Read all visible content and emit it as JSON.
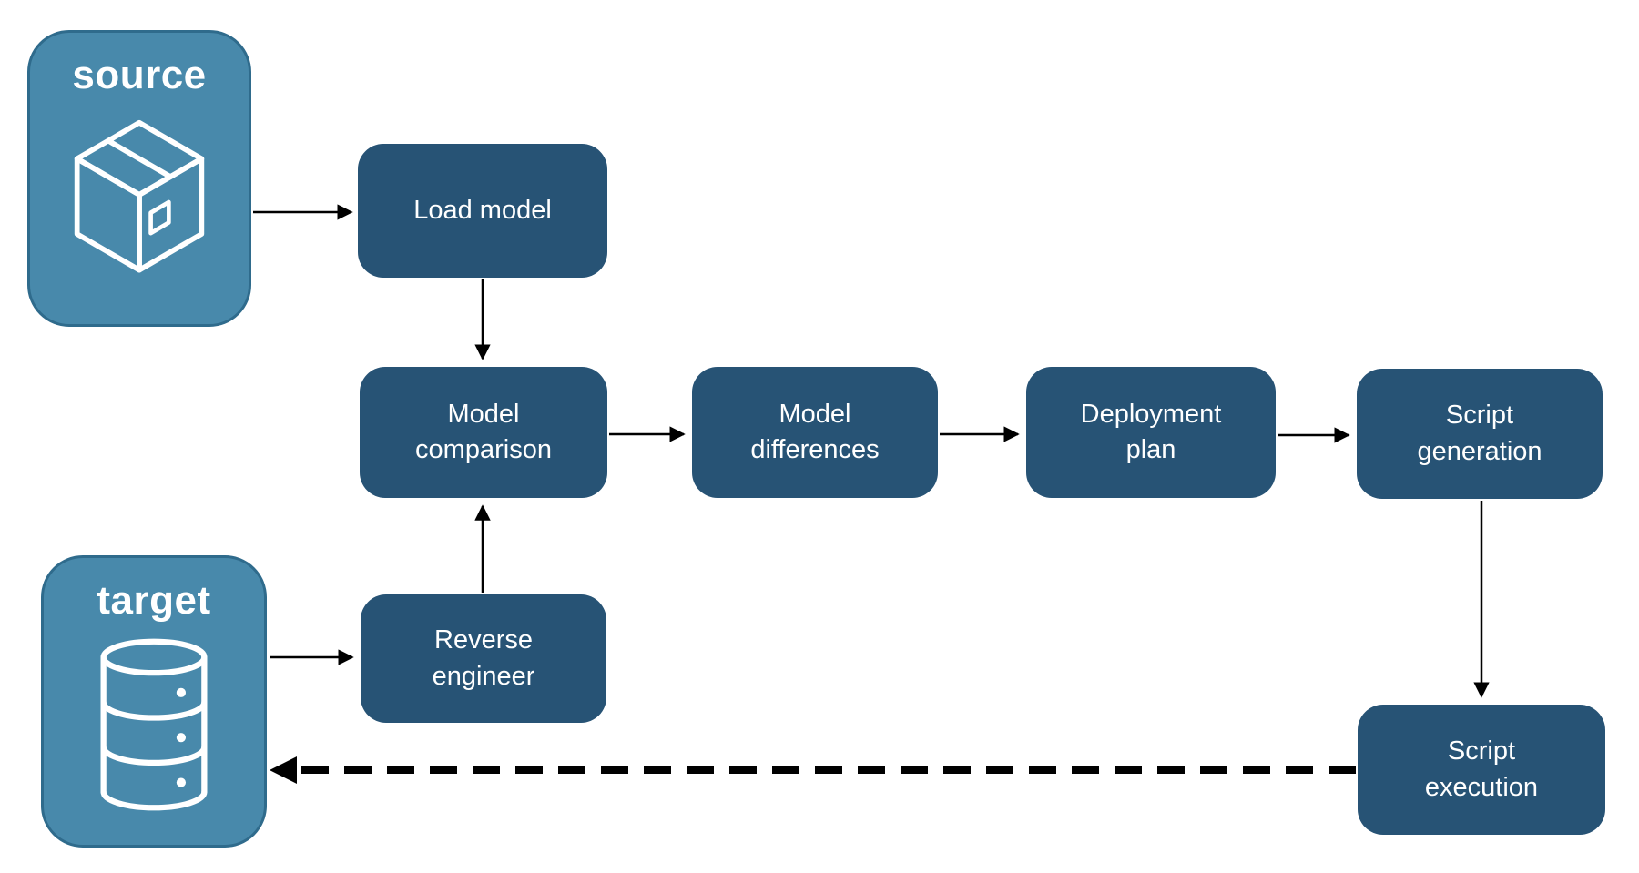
{
  "palette": {
    "node_fill": "#275375",
    "endpoint_fill": "#4889ab",
    "endpoint_border": "#2f6b8c",
    "text": "#ffffff",
    "arrow": "#000000"
  },
  "endpoints": {
    "source": {
      "label": "source",
      "icon": "package-icon"
    },
    "target": {
      "label": "target",
      "icon": "database-icon"
    }
  },
  "nodes": [
    {
      "id": "load-model",
      "label": "Load model"
    },
    {
      "id": "model-comparison",
      "label": "Model comparison"
    },
    {
      "id": "model-differences",
      "label": "Model differences"
    },
    {
      "id": "deployment-plan",
      "label": "Deployment plan"
    },
    {
      "id": "script-generation",
      "label": "Script generation"
    },
    {
      "id": "reverse-engineer",
      "label": "Reverse engineer"
    },
    {
      "id": "script-execution",
      "label": "Script execution"
    }
  ],
  "edges": [
    {
      "from": "source",
      "to": "load-model",
      "style": "solid"
    },
    {
      "from": "load-model",
      "to": "model-comparison",
      "style": "solid"
    },
    {
      "from": "model-comparison",
      "to": "model-differences",
      "style": "solid"
    },
    {
      "from": "model-differences",
      "to": "deployment-plan",
      "style": "solid"
    },
    {
      "from": "deployment-plan",
      "to": "script-generation",
      "style": "solid"
    },
    {
      "from": "script-generation",
      "to": "script-execution",
      "style": "solid"
    },
    {
      "from": "target",
      "to": "reverse-engineer",
      "style": "solid"
    },
    {
      "from": "reverse-engineer",
      "to": "model-comparison",
      "style": "solid"
    },
    {
      "from": "script-execution",
      "to": "target",
      "style": "dashed"
    }
  ]
}
